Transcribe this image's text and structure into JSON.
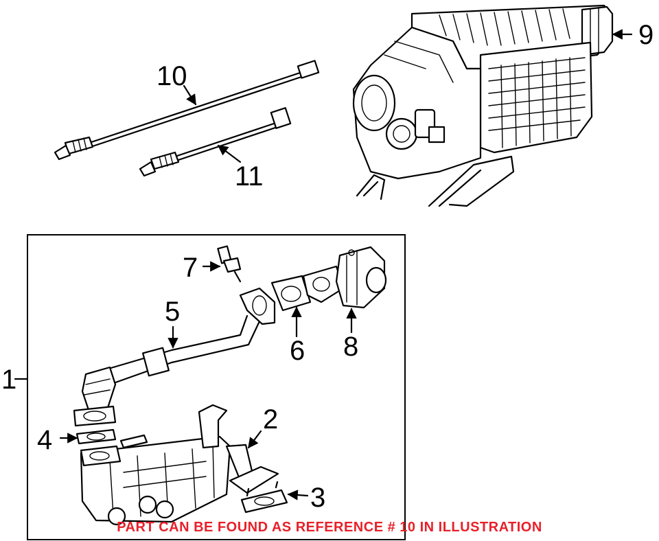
{
  "callouts": {
    "c1": "1",
    "c2": "2",
    "c3": "3",
    "c4": "4",
    "c5": "5",
    "c6": "6",
    "c7": "7",
    "c8": "8",
    "c9": "9",
    "c10": "10",
    "c11": "11"
  },
  "notice": {
    "text": "PART CAN BE FOUND AS REFERENCE # 10 IN ILLUSTRATION",
    "color": "#e8202a"
  }
}
